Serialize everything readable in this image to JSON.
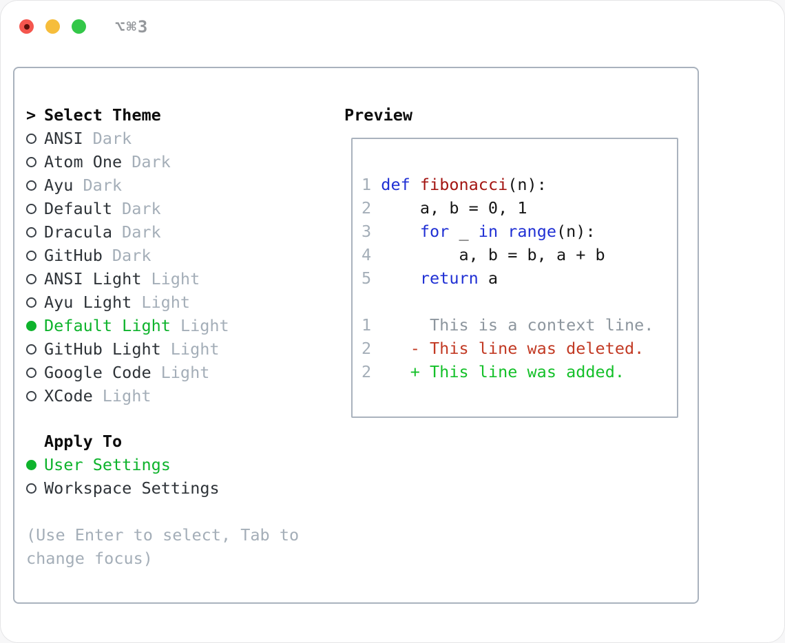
{
  "window": {
    "title": "⌥⌘3"
  },
  "titlebar": {
    "buttons": [
      {
        "name": "close",
        "color": "#f4564e",
        "dot_color": "#5a100a"
      },
      {
        "name": "minimize",
        "color": "#f6bd3b"
      },
      {
        "name": "zoom",
        "color": "#33c748"
      }
    ]
  },
  "left": {
    "prompt": ">",
    "select_label": "Select Theme",
    "themes": [
      {
        "name": "ANSI",
        "tag": "Dark",
        "selected": false
      },
      {
        "name": "Atom One",
        "tag": "Dark",
        "selected": false
      },
      {
        "name": "Ayu",
        "tag": "Dark",
        "selected": false
      },
      {
        "name": "Default",
        "tag": "Dark",
        "selected": false
      },
      {
        "name": "Dracula",
        "tag": "Dark",
        "selected": false
      },
      {
        "name": "GitHub",
        "tag": "Dark",
        "selected": false
      },
      {
        "name": "ANSI Light",
        "tag": "Light",
        "selected": false
      },
      {
        "name": "Ayu Light",
        "tag": "Light",
        "selected": false
      },
      {
        "name": "Default Light",
        "tag": "Light",
        "selected": true
      },
      {
        "name": "GitHub Light",
        "tag": "Light",
        "selected": false
      },
      {
        "name": "Google Code",
        "tag": "Light",
        "selected": false
      },
      {
        "name": "XCode",
        "tag": "Light",
        "selected": false
      }
    ],
    "apply_label": "Apply To",
    "apply_options": [
      {
        "label": "User Settings",
        "selected": true
      },
      {
        "label": "Workspace Settings",
        "selected": false
      }
    ],
    "help": [
      "(Use Enter to select, Tab to",
      "change focus)"
    ]
  },
  "preview": {
    "label": "Preview",
    "lines": [
      {
        "name": "code-line-1",
        "num": "1",
        "tokens": [
          {
            "t": "def",
            "c": "keyword"
          },
          {
            "t": " "
          },
          {
            "t": "fibonacci",
            "c": "function"
          },
          {
            "t": "(n):"
          }
        ]
      },
      {
        "name": "code-line-2",
        "num": "2",
        "tokens": [
          {
            "t": "    a, b = 0, 1"
          }
        ]
      },
      {
        "name": "code-line-3",
        "num": "3",
        "tokens": [
          {
            "t": "    "
          },
          {
            "t": "for",
            "c": "keyword"
          },
          {
            "t": " _ "
          },
          {
            "t": "in",
            "c": "keyword"
          },
          {
            "t": " "
          },
          {
            "t": "range",
            "c": "keyword"
          },
          {
            "t": "(n):"
          }
        ]
      },
      {
        "name": "code-line-4",
        "num": "4",
        "tokens": [
          {
            "t": "        a, b = b, a + b"
          }
        ]
      },
      {
        "name": "code-line-5",
        "num": "5",
        "tokens": [
          {
            "t": "    "
          },
          {
            "t": "return",
            "c": "keyword"
          },
          {
            "t": " a"
          }
        ]
      },
      {
        "name": "blank-line",
        "num": "",
        "tokens": []
      },
      {
        "name": "diff-context-line",
        "num": "1",
        "tokens": [
          {
            "t": "     This is a context line.",
            "c": "context"
          }
        ]
      },
      {
        "name": "diff-deleted-line",
        "num": "2",
        "tokens": [
          {
            "t": "   - This line was deleted.",
            "c": "deleted"
          }
        ]
      },
      {
        "name": "diff-added-line",
        "num": "2",
        "tokens": [
          {
            "t": "   + This line was added.",
            "c": "added"
          }
        ]
      }
    ]
  },
  "colors": {
    "green": "#0eb32c",
    "added": "#14c029",
    "deleted": "#c23a24",
    "keyword": "#2030d4",
    "function": "#a31512",
    "muted": "#a4aeb8",
    "context": "#8d969e",
    "dark": "#2e3338",
    "black": "#0c0c0c",
    "border": "#a9b2bd",
    "tl-red": "#f4564e",
    "tl-red-dot": "#5a100a",
    "tl-yellow": "#f6bd3b",
    "tl-green": "#33c748",
    "title": "#95989c"
  }
}
